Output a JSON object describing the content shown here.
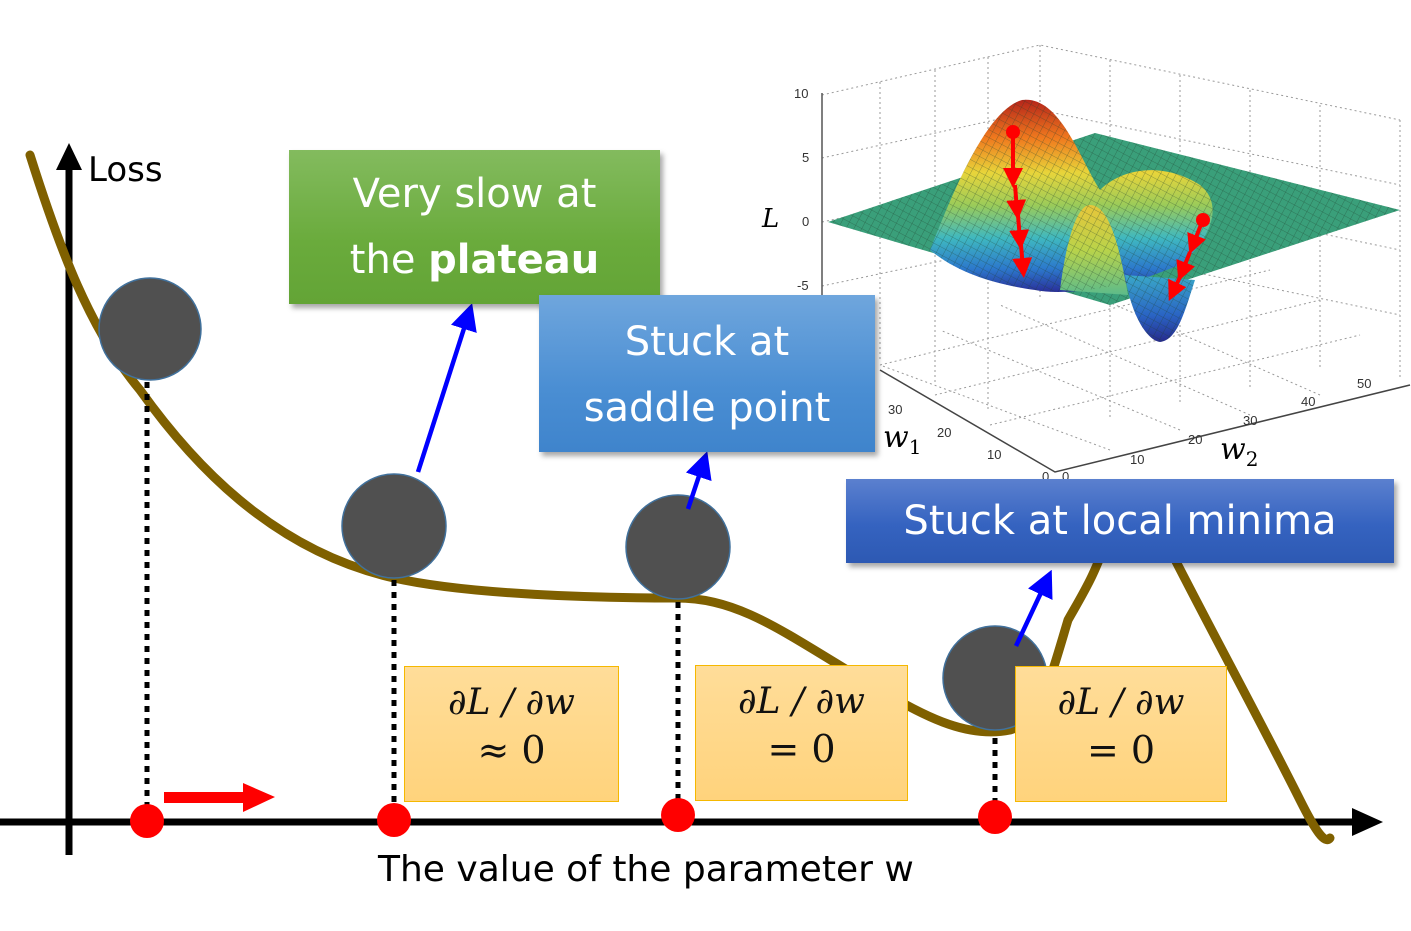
{
  "axes": {
    "y_label": "Loss",
    "x_label": "The value of the parameter w"
  },
  "callouts": {
    "plateau": {
      "line1": "Very slow at",
      "line2_prefix": "the ",
      "line2_bold": "plateau",
      "color": "#6aab3c"
    },
    "saddle": {
      "line1": "Stuck at",
      "line2": "saddle point",
      "color": "#4a8ed3"
    },
    "local_min": {
      "text": "Stuck at local minima",
      "color": "#3563c0"
    }
  },
  "gradient_boxes": [
    {
      "numerator": "∂L / ∂w",
      "relation": "≈ 0"
    },
    {
      "numerator": "∂L / ∂w",
      "relation": "= 0"
    },
    {
      "numerator": "∂L / ∂w",
      "relation": "= 0"
    }
  ],
  "surface_plot": {
    "z_label": "L",
    "x_label_base": "w",
    "x_label_sub": "1",
    "y_label_base": "w",
    "y_label_sub": "2",
    "z_ticks": [
      "10",
      "5",
      "0",
      "-5"
    ],
    "w1_ticks": [
      "30",
      "20",
      "10",
      "0"
    ],
    "w2_ticks": [
      "0",
      "10",
      "20",
      "30",
      "40",
      "50"
    ]
  },
  "colors": {
    "curve": "#7f6000",
    "ball": "#505050",
    "ball_stroke": "#41719c",
    "point": "#ff0000",
    "annotation_arrow": "#0000ff",
    "grad_box_fill": "#ffd37c",
    "grad_box_border": "#f5b800"
  }
}
